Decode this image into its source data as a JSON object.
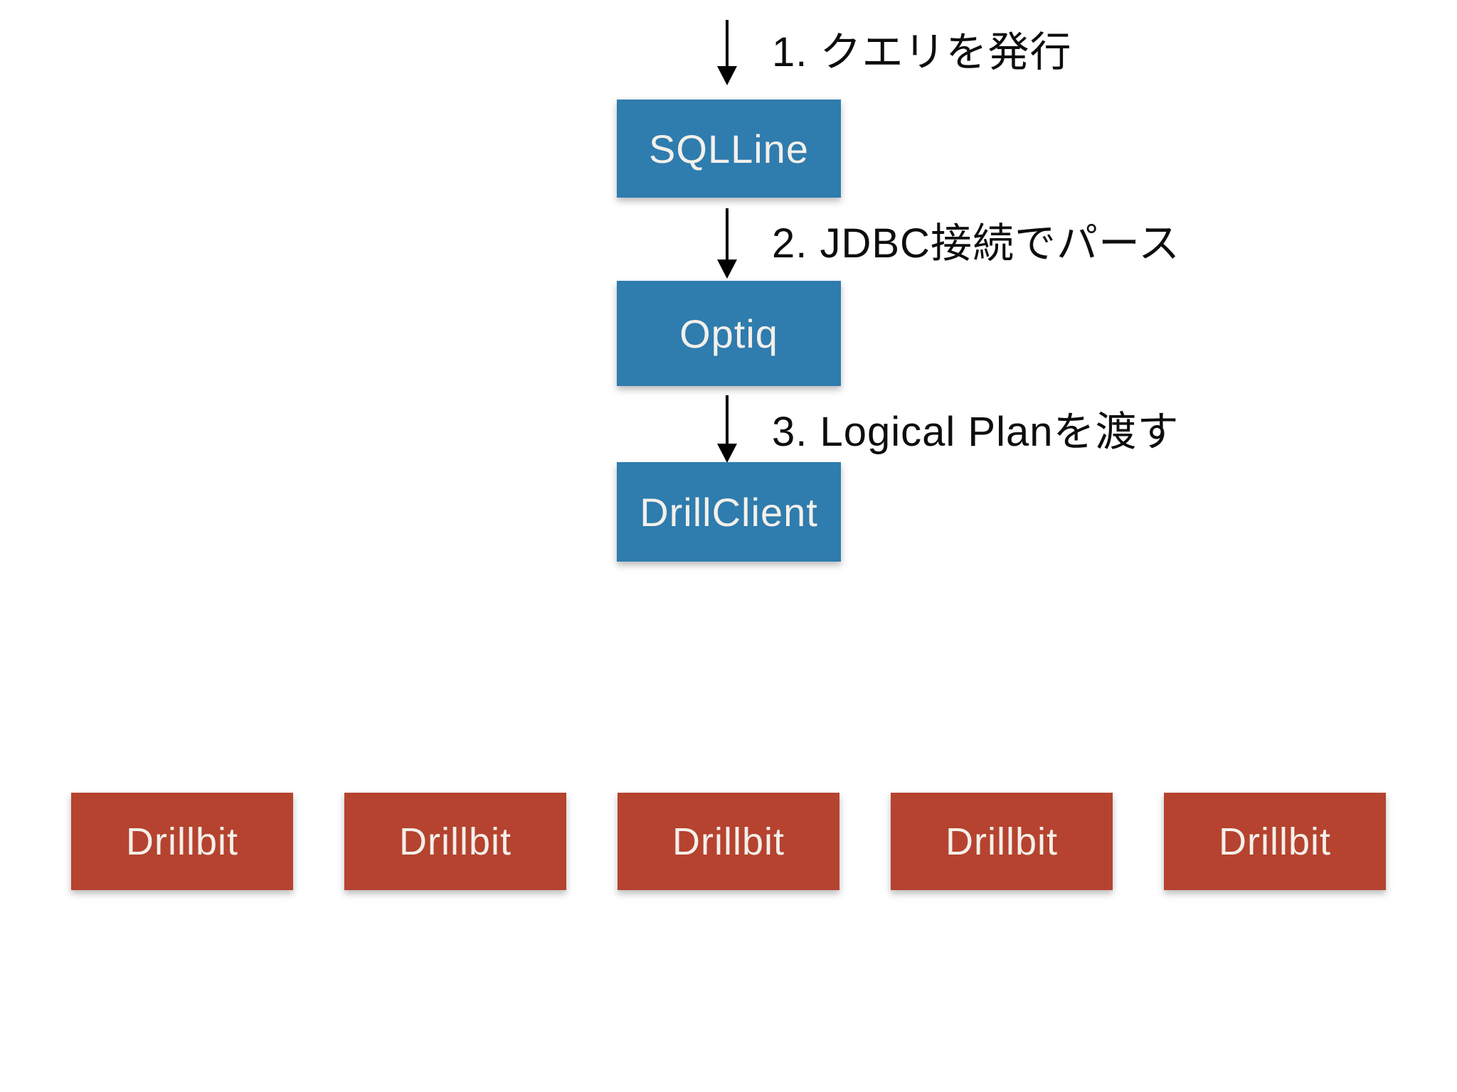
{
  "colors": {
    "client_box": "#2f7cae",
    "drillbit_box": "#b5432f",
    "box_text": "#f3f0ea",
    "arrow": "#000000",
    "label_text": "#0d0d0d",
    "slide_bg": "#ffffff"
  },
  "flow": {
    "steps": [
      {
        "step_label": "1. クエリを発行",
        "node": "SQLLine"
      },
      {
        "step_label": "2. JDBC接続でパース",
        "node": "Optiq"
      },
      {
        "step_label": "3. Logical Planを渡す",
        "node": "DrillClient"
      }
    ]
  },
  "drillbit_row": {
    "nodes": [
      "Drillbit",
      "Drillbit",
      "Drillbit",
      "Drillbit",
      "Drillbit"
    ]
  }
}
